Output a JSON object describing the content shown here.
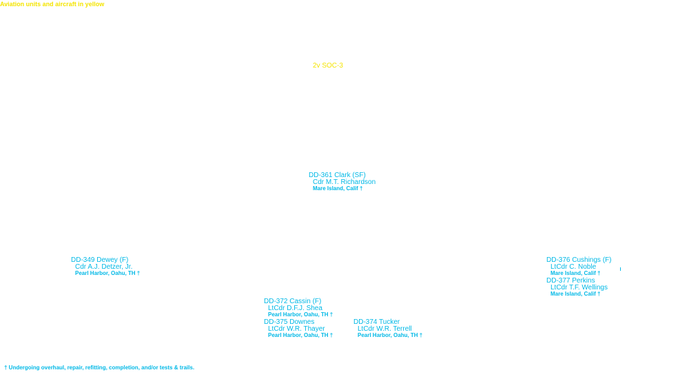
{
  "header_note": "Aviation units and aircraft in yellow",
  "aircraft": "2v SOC-3",
  "units": [
    {
      "id": "clark",
      "name": "DD-361 Clark (SF)",
      "commander": "Cdr M.T. Richardson",
      "location": "Mare Island, Calif †"
    },
    {
      "id": "dewey",
      "name": "DD-349 Dewey (F)",
      "commander": "Cdr A.J. Detzer, Jr.",
      "location": "Pearl Harbor, Oahu, TH †"
    },
    {
      "id": "cushings",
      "name": "DD-376 Cushings (F)",
      "commander": "LtCdr C. Noble",
      "location": "Mare Island, Calif †"
    },
    {
      "id": "perkins",
      "name": "DD-377 Perkins",
      "commander": "LtCdr T.F. Wellings",
      "location": "Mare Island, Calif †"
    },
    {
      "id": "cassin",
      "name": "DD-372 Cassin (F)",
      "commander": "LtCdr D.F.J. Shea",
      "location": "Pearl Harbor, Oahu, TH †"
    },
    {
      "id": "downes",
      "name": "DD-375 Downes",
      "commander": "LtCdr W.R. Thayer",
      "location": "Pearl Harbor, Oahu, TH †"
    },
    {
      "id": "tucker",
      "name": "DD-374 Tucker",
      "commander": "LtCdr W.R. Terrell",
      "location": "Pearl Harbor, Oahu, TH †"
    }
  ],
  "footnote": "† Undergoing overhaul, repair, refitting, completion, and/or tests & trails.",
  "colors": {
    "aviation": "#f4e400",
    "ships": "#00b8e6"
  }
}
